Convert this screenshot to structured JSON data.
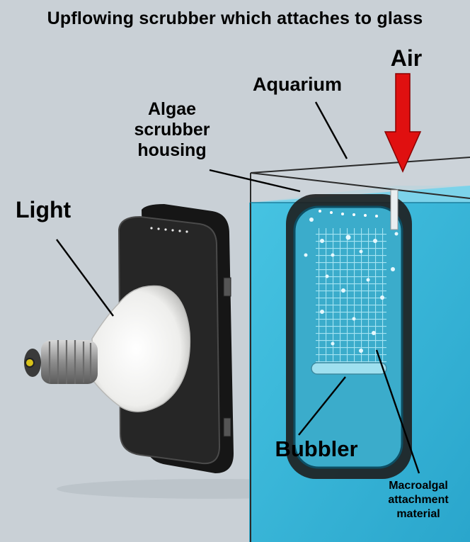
{
  "title": "Upflowing scrubber which attaches to glass",
  "labels": {
    "air": "Air",
    "aquarium": "Aquarium",
    "housing": [
      "Algae",
      "scrubber",
      "housing"
    ],
    "light": "Light",
    "bubbler": "Bubbler",
    "macroalgal": [
      "Macroalgal",
      "attachment",
      "material"
    ]
  },
  "colors": {
    "background": "#c9d0d6",
    "water": "#38b6d8",
    "housing": "#1f1f1f",
    "arrow": "#e01010",
    "bulb": "#f2f2f0",
    "label_text": "#000000"
  }
}
